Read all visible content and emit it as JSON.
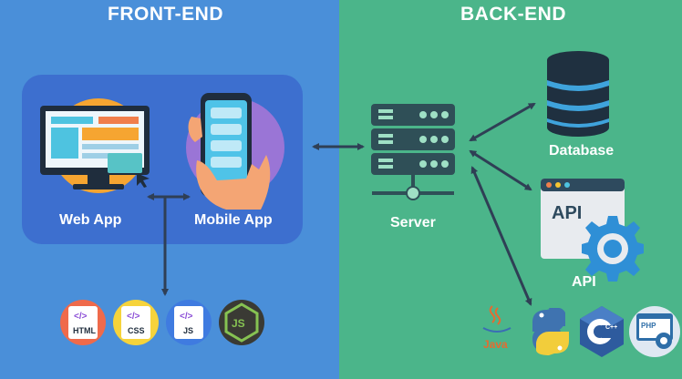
{
  "frontend": {
    "heading": "FRONT-END",
    "web_app_label": "Web App",
    "mobile_app_label": "Mobile App",
    "tech": [
      "HTML",
      "CSS",
      "JS"
    ]
  },
  "backend": {
    "heading": "BACK-END",
    "server_label": "Server",
    "database_label": "Database",
    "api_window_text": "API",
    "api_label": "API",
    "tech": [
      "Java",
      "C++",
      "PHP"
    ]
  }
}
